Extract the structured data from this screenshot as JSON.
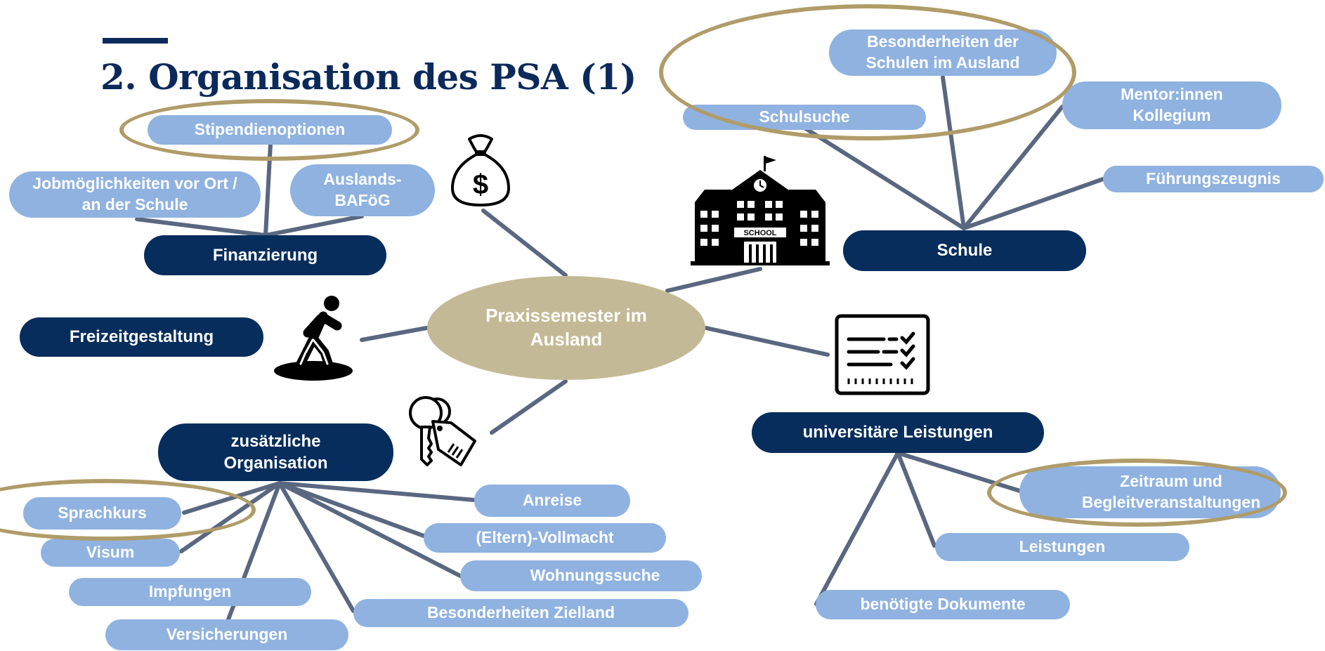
{
  "title": "2. Organisation des PSA (1)",
  "center": "Praxissemester im Ausland",
  "finanzierung": {
    "label": "Finanzierung",
    "stipendien": "Stipendienoptionen",
    "jobs": "Jobmöglichkeiten vor Ort / an der Schule",
    "bafoeg": "Auslands-BAFöG"
  },
  "freizeit": {
    "label": "Freizeitgestaltung"
  },
  "schule": {
    "label": "Schule",
    "besonderheiten": "Besonderheiten der Schulen im Ausland",
    "schulsuche": "Schulsuche",
    "mentor": "Mentor:innen Kollegium",
    "fuehrung": "Führungszeugnis"
  },
  "uni": {
    "label": "universitäre Leistungen",
    "zeitraum": "Zeitraum und Begleitveranstaltungen",
    "leistungen": "Leistungen",
    "dokumente": "benötigte Dokumente"
  },
  "orga": {
    "label": "zusätzliche Organisation",
    "sprachkurs": "Sprachkurs",
    "visum": "Visum",
    "impfungen": "Impfungen",
    "versicherungen": "Versicherungen",
    "anreise": "Anreise",
    "vollmacht": "(Eltern)-Vollmacht",
    "wohnung": "Wohnungssuche",
    "zielland": "Besonderheiten Zielland"
  },
  "icons": {
    "money": "money-bag-icon",
    "school": "school-building-icon",
    "leisure": "surfer-icon",
    "checklist": "checklist-icon",
    "keys": "keys-tag-icon",
    "school_sign": "SCHOOL"
  },
  "colors": {
    "dark_node": "#062d5c",
    "light_node": "#8fb2e0",
    "center_node": "#c4b996",
    "highlight_ring": "#b09c69",
    "connector": "#5a6780",
    "title": "#0b2a5b"
  }
}
